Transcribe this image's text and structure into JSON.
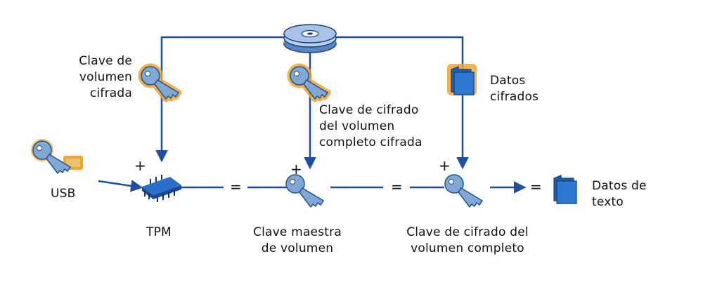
{
  "labels": {
    "encrypted_volume_key": [
      "Clave de",
      "volumen",
      "cifrada"
    ],
    "encrypted_fvek": [
      "Clave de cifrado",
      "del volumen",
      "completo cifrada"
    ],
    "encrypted_data": [
      "Datos",
      "cifrados"
    ],
    "usb": "USB",
    "tpm": "TPM",
    "volume_master_key": [
      "Clave maestra",
      "de volumen"
    ],
    "fvek": [
      "Clave de cifrado del",
      "volumen completo"
    ],
    "plain_text_data": [
      "Datos de",
      "texto"
    ]
  },
  "symbols": {
    "plus": "+",
    "equals": "="
  },
  "icons": {
    "disk": "disk-icon",
    "key": "key-icon",
    "folder": "folder-icon",
    "usb_key": "usb-key-icon",
    "chip": "tpm-chip-icon"
  },
  "colors": {
    "line": "#1f4fa3",
    "key_fill": "#7ea9d6",
    "key_glow": "#f2a52a",
    "folder_fill": "#2d78d1"
  }
}
